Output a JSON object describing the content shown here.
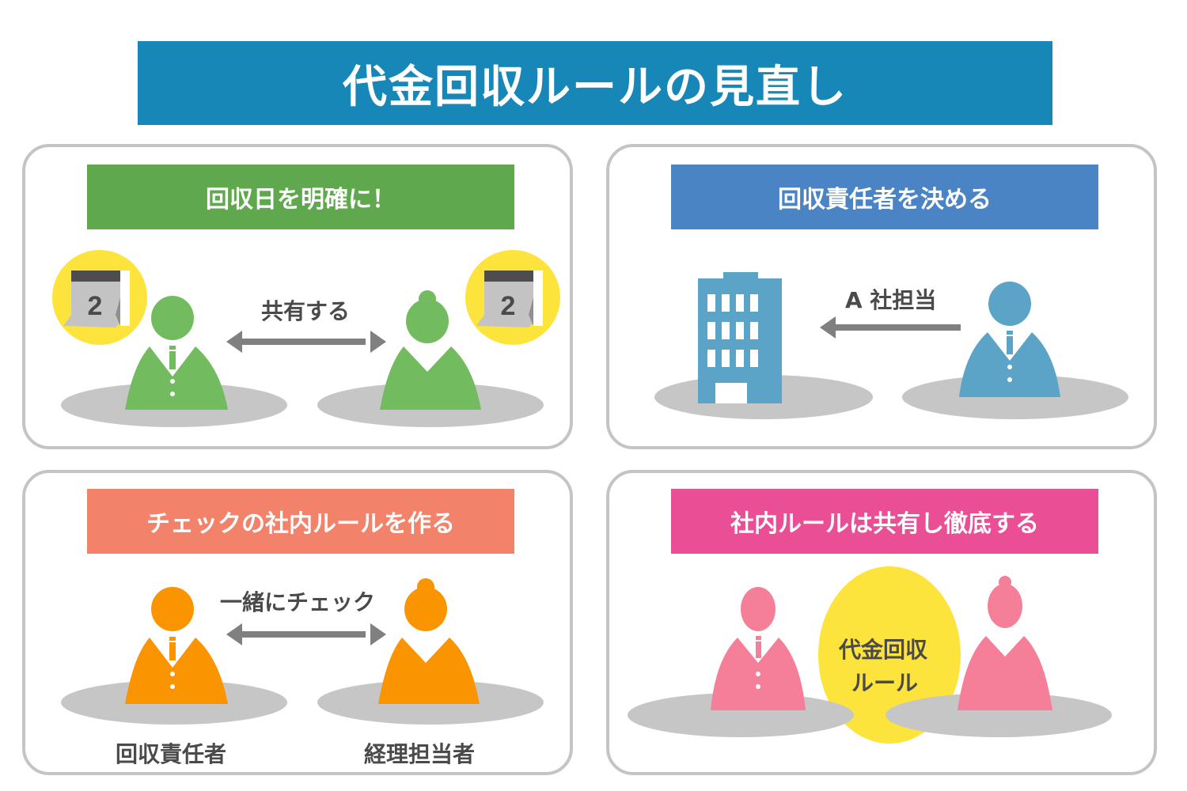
{
  "title": "代金回収ルールの見直し",
  "colors": {
    "title_bg": "#1787b8",
    "panel_border": "#c4c4c4",
    "shadow": "#c6c6c6",
    "arrow": "#808080",
    "yellow": "#fde43d",
    "text_dark": "#4a4a4a"
  },
  "panels": [
    {
      "heading": "回収日を明確に！",
      "heading_color": "#5fa84e",
      "figure_color": "#72bb5f",
      "arrow_label": "共有する",
      "arrow_type": "double",
      "calendar_day": "2",
      "figures": [
        "man-icon",
        "woman-icon"
      ]
    },
    {
      "heading": "回収責任者を決める",
      "heading_color": "#4a84c4",
      "figure_color": "#5ba4c8",
      "arrow_label": "A 社担当",
      "arrow_type": "left",
      "figures": [
        "building-icon",
        "man-icon"
      ]
    },
    {
      "heading": "チェックの社内ルールを作る",
      "heading_color": "#f3826a",
      "figure_color": "#fa9400",
      "arrow_label": "一緒にチェック",
      "arrow_type": "double",
      "figures": [
        "man-icon",
        "woman-icon"
      ],
      "captions": [
        "回収責任者",
        "経理担当者"
      ]
    },
    {
      "heading": "社内ルールは共有し徹底する",
      "heading_color": "#ea4f96",
      "figure_color": "#f57f98",
      "center_label_line1": "代金回収",
      "center_label_line2": "ルール",
      "figures": [
        "man-icon",
        "woman-icon"
      ]
    }
  ]
}
